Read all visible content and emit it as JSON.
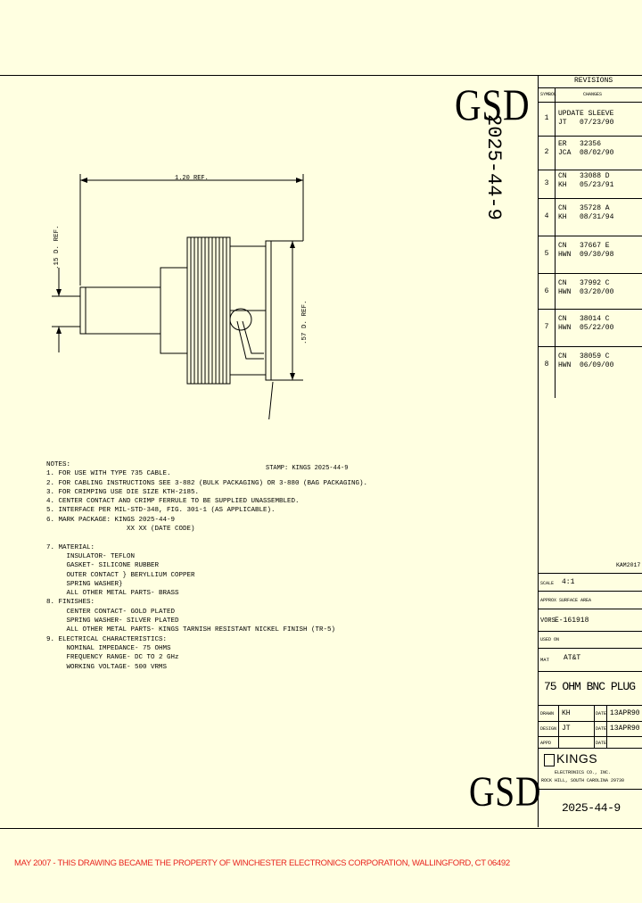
{
  "logo_top": "GSD",
  "logo_bottom": "GSD",
  "part_number_vertical": "2025-44-9",
  "dimensions": {
    "length": "1.20 REF.",
    "small_dia": ".15 D. REF.",
    "large_dia": ".57 D. REF."
  },
  "stamp_label": "STAMP: KINGS 2025-44-9",
  "notes_title": "NOTES:",
  "notes": [
    "1. FOR USE WITH TYPE 735 CABLE.",
    "2. FOR CABLING INSTRUCTIONS SEE 3-882 (BULK PACKAGING) OR 3-880 (BAG PACKAGING).",
    "3. FOR CRIMPING USE DIE SIZE KTH-2185.",
    "4. CENTER CONTACT AND CRIMP FERRULE TO BE SUPPLIED UNASSEMBLED.",
    "5. INTERFACE PER MIL-STD-348, FIG. 301-1 (AS APPLICABLE).",
    "6. MARK PACKAGE: KINGS 2025-44-9",
    "                    XX XX (DATE CODE)",
    "",
    "7. MATERIAL:",
    "     INSULATOR- TEFLON",
    "     GASKET- SILICONE RUBBER",
    "     OUTER CONTACT } BERYLLIUM COPPER",
    "     SPRING WASHER}",
    "     ALL OTHER METAL PARTS- BRASS",
    "8. FINISHES:",
    "     CENTER CONTACT- GOLD PLATED",
    "     SPRING WASHER- SILVER PLATED",
    "     ALL OTHER METAL PARTS- KINGS TARNISH RESISTANT NICKEL FINISH (TR-5)",
    "9. ELECTRICAL CHARACTERISTICS:",
    "     NOMINAL IMPEDANCE- 75 OHMS",
    "     FREQUENCY RANGE- DC TO 2 GHz",
    "     WORKING VOLTAGE- 500 VRMS"
  ],
  "revisions": {
    "title": "REVISIONS",
    "col_sym": "SYMBOL",
    "col_changes": "CHANGES",
    "rows": [
      {
        "num": "1",
        "text": "UPDATE SLEEVE\nJT   07/23/90"
      },
      {
        "num": "2",
        "text": "ER   32356\nJCA  08/02/90"
      },
      {
        "num": "3",
        "text": "CN   33088 D\nKH   05/23/91"
      },
      {
        "num": "4",
        "text": "CN   35728 A\nKH   08/31/94"
      },
      {
        "num": "5",
        "text": "CN   37667 E\nHWN  09/30/98"
      },
      {
        "num": "6",
        "text": "CN   37992 C\nHWN  03/20/00"
      },
      {
        "num": "7",
        "text": "CN   38014 C\nHWN  05/22/00"
      },
      {
        "num": "8",
        "text": "CN   38059 C\nHWN  06/09/00"
      }
    ]
  },
  "title_block": {
    "file_ref": "KAM2017",
    "scale_label": "SCALE",
    "scale_value": "4:1",
    "surface_label": "APPROX SURFACE AREA",
    "vors_label": "VORS",
    "vors_value": "E-161918",
    "used_on_label": "USED ON",
    "mat_label": "MAT",
    "mat_value": "AT&T",
    "title": "75 OHM BNC PLUG",
    "drawn_label": "DRAWN",
    "drawn_value": "KH",
    "drawn_date_label": "DATE",
    "drawn_date": "13APR90",
    "design_label": "DESIGN",
    "design_value": "JT",
    "design_date_label": "DATE",
    "design_date": "13APR90",
    "appd_label": "APPD",
    "appd_date_label": "DATE",
    "company": "KINGS",
    "company_line1": "ELECTRONICS CO., INC.",
    "company_line2": "ROCK HILL, SOUTH CAROLINA 29730",
    "drawing_number": "2025-44-9"
  },
  "ownership_note": "MAY 2007 - THIS DRAWING BECAME THE PROPERTY OF WINCHESTER ELECTRONICS CORPORATION, WALLINGFORD, CT 06492",
  "colors": {
    "paper": "#ffffe1",
    "ownership_note": "#e8231f"
  }
}
